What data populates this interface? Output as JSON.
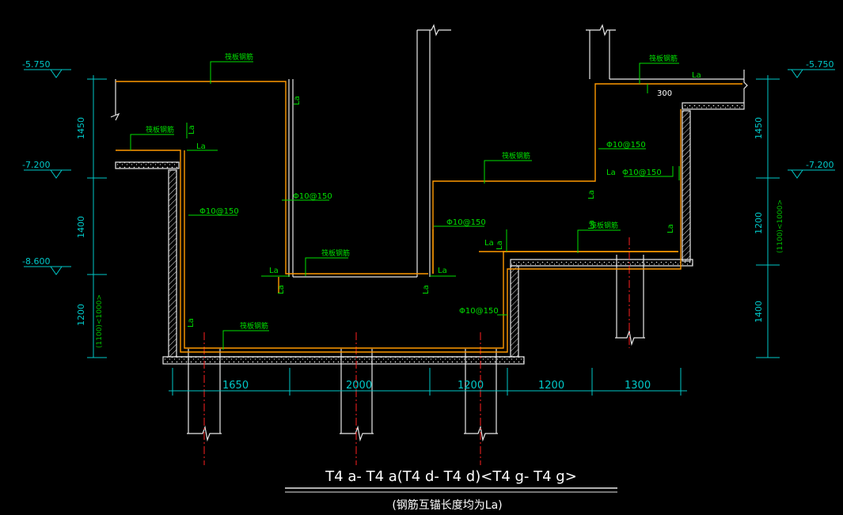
{
  "elevations": {
    "left": [
      "-5.750",
      "-7.200",
      "-8.600"
    ],
    "right": [
      "-5.750",
      "-7.200"
    ]
  },
  "vertical_dims": {
    "left": [
      "1450",
      "1400",
      "1200",
      "(1100)<1000>"
    ],
    "right": [
      "1450",
      "1200",
      "(1100)<1000>",
      "1400"
    ]
  },
  "horizontal_dims": [
    "1650",
    "2000",
    "1200",
    "1200",
    "1300"
  ],
  "rebar_labels": {
    "raft_rebar": "筏板钢筋",
    "spacing": "Φ10@150",
    "anchor": "La",
    "offset_300": "300"
  },
  "title": {
    "main": "T4 a- T4 a(T4 d- T4 d)<T4 g- T4 g>",
    "note": "(钢筋互锚长度均为La)"
  },
  "colors": {
    "dimension": "#00c8c8",
    "concrete": "#e8e8e8",
    "rebar": "#ff9900",
    "label": "#00e000",
    "centerline": "#ff2020",
    "leader": "#ffffff"
  }
}
